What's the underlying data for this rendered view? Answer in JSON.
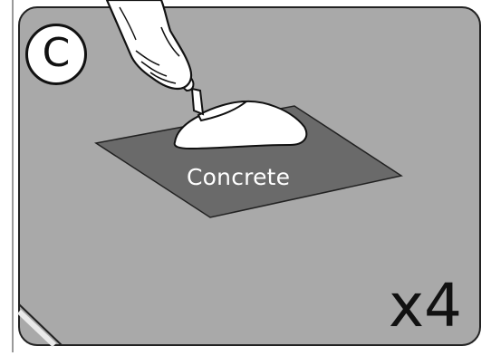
{
  "panel": {
    "step_letter": "C",
    "material_label": "Concrete",
    "quantity_label": "x4"
  },
  "colors": {
    "panel_background": "#a9a9a9",
    "slab": "#6a6a6a",
    "concrete": "#ffffff",
    "outline": "#111111"
  },
  "icons": {
    "hand": "hand-icon",
    "trowel": "trowel-icon"
  }
}
